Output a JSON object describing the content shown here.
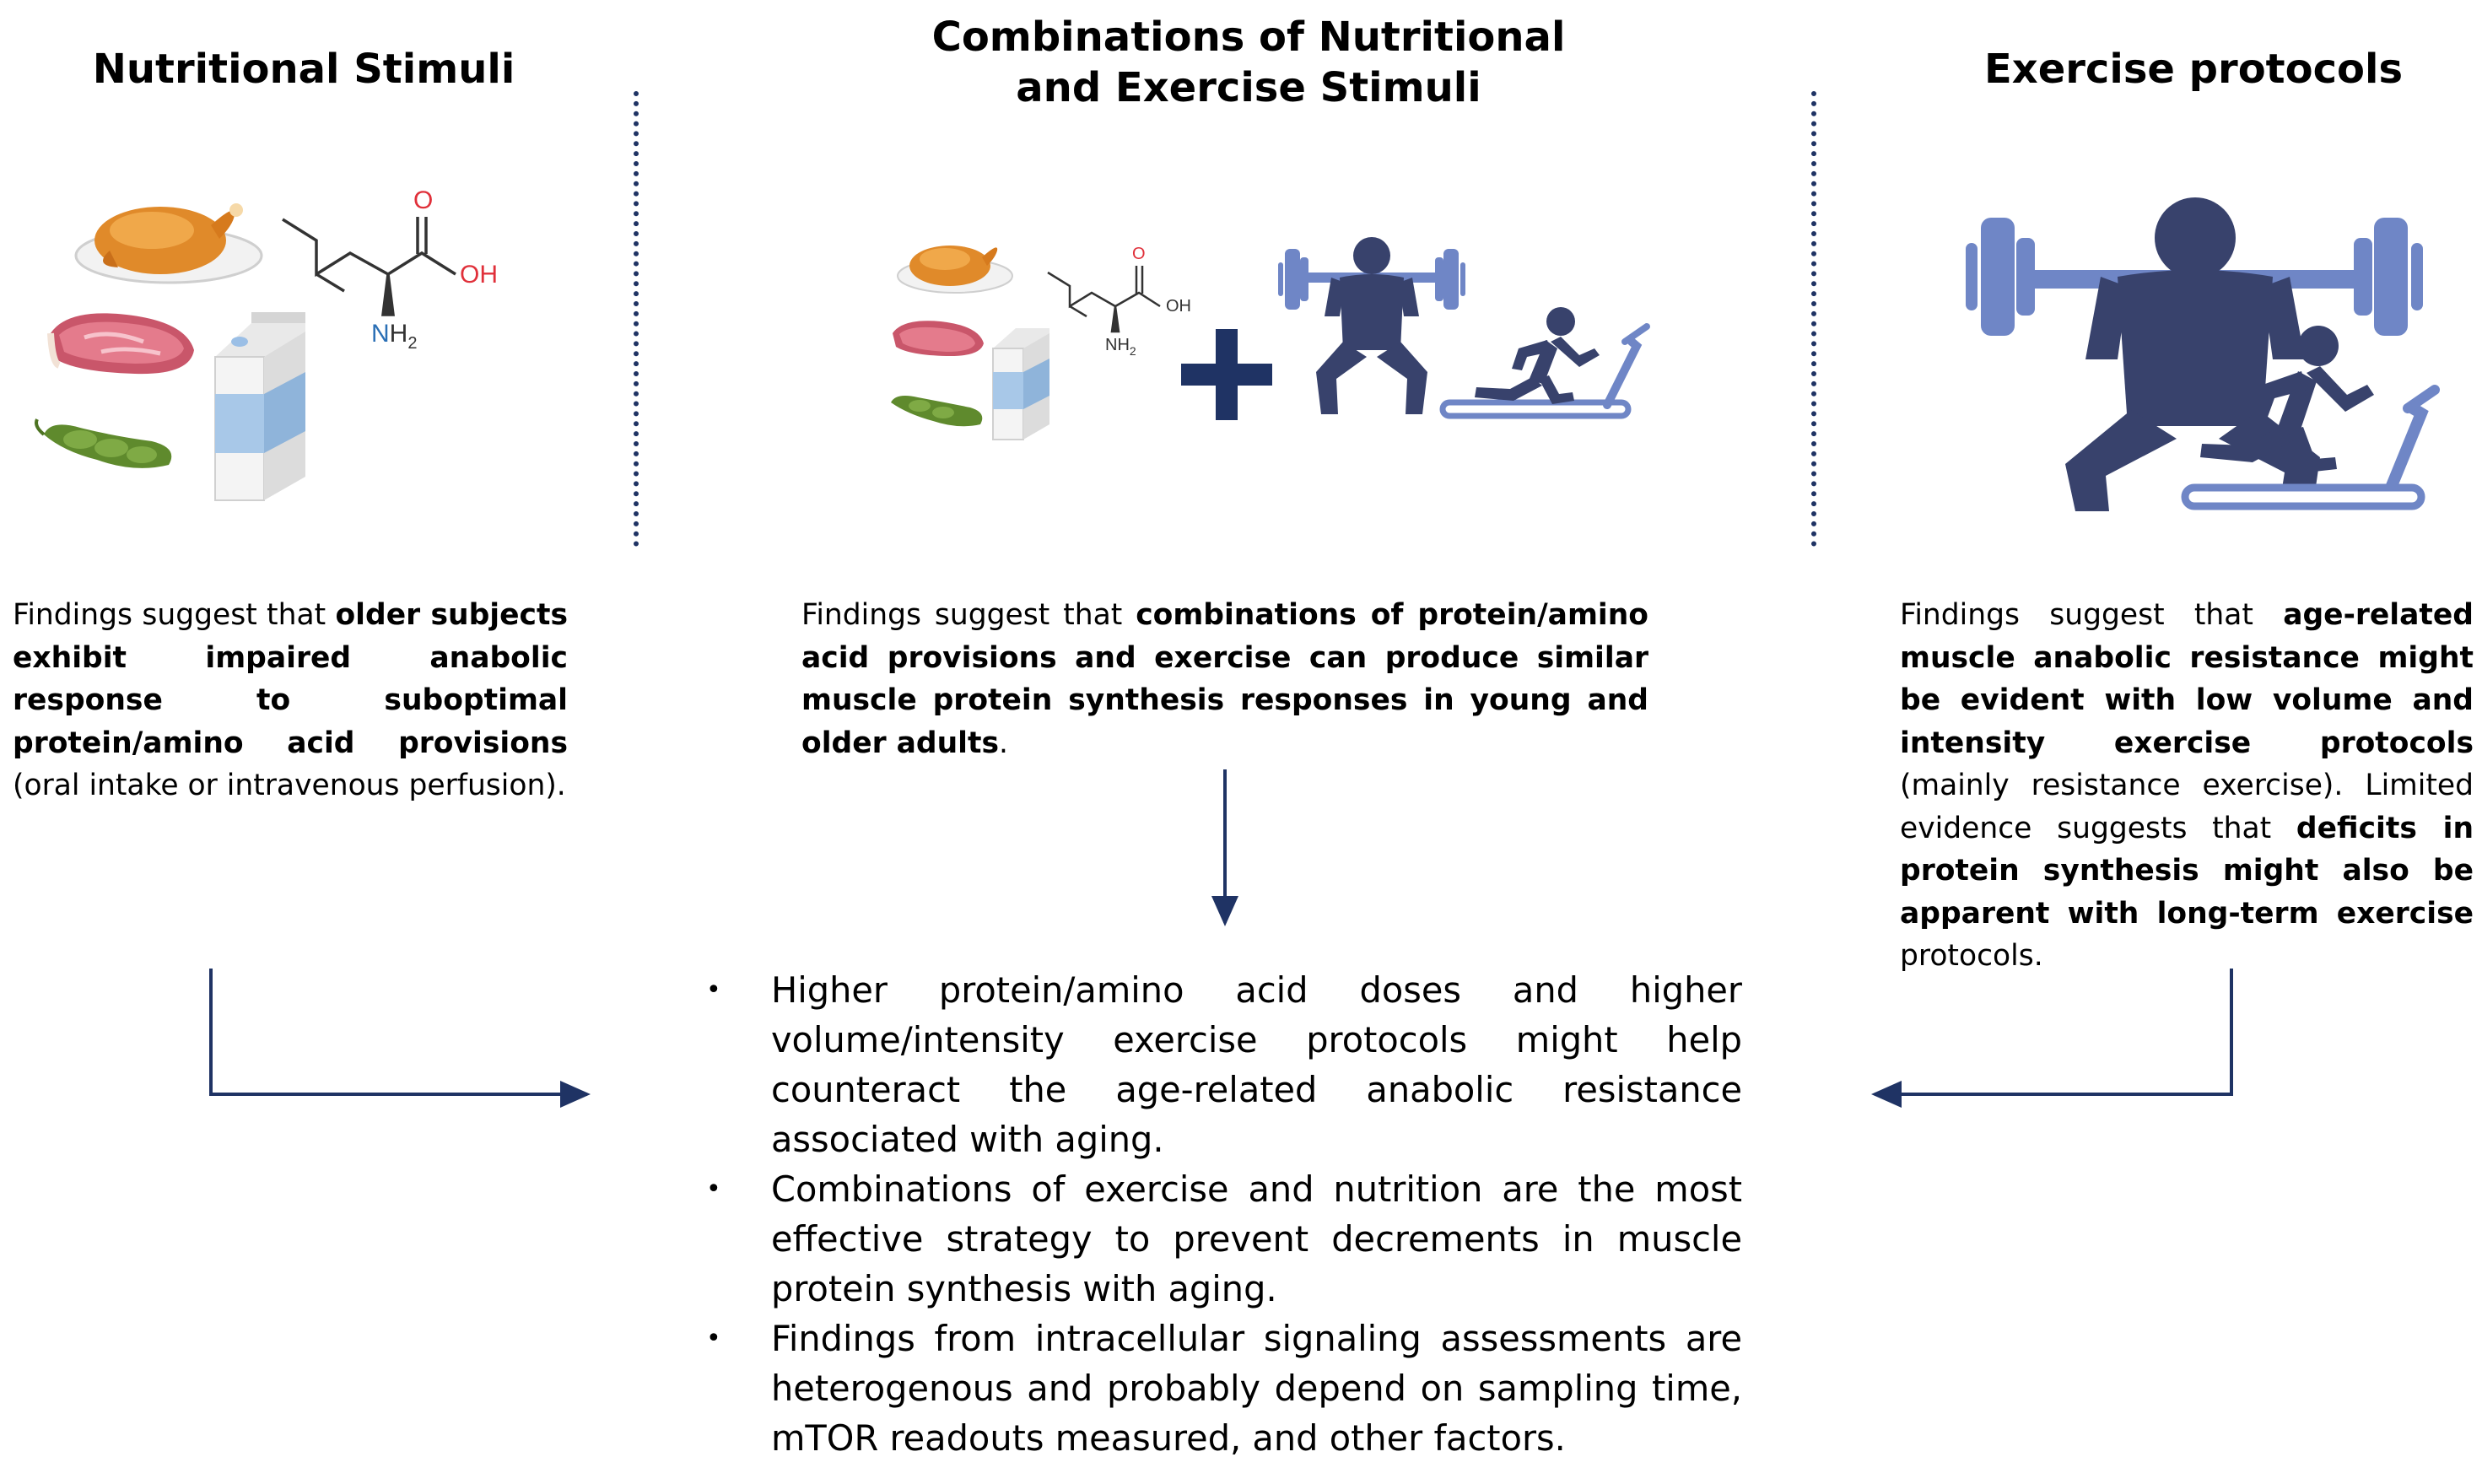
{
  "colors": {
    "navy": "#1f3364",
    "icon_dark": "#38426c",
    "icon_light": "#6f86c6",
    "oxygen_red": "#e0303a",
    "nitrogen_blue": "#2a6fb5"
  },
  "left": {
    "title": "Nutritional Stimuli",
    "text": {
      "p1": "Findings suggest that ",
      "b1": "older subjects exhibit impaired anabolic response to suboptimal protein/amino acid provisions",
      "p2": " (oral intake or intravenous perfusion)."
    },
    "molecule": {
      "o": "O",
      "oh": "OH",
      "n": "N",
      "h2": "H",
      "sub": "2"
    }
  },
  "middle": {
    "title_line1": "Combinations of Nutritional",
    "title_line2": "and Exercise Stimuli",
    "text": {
      "p1": "Findings suggest that ",
      "b1": "combinations of protein/amino acid provisions and exercise can produce similar muscle protein synthesis responses in young and older adults",
      "p2": "."
    },
    "molecule": {
      "o": "O",
      "oh": "OH",
      "n": "N",
      "h2": "H",
      "sub": "2"
    }
  },
  "right": {
    "title": "Exercise protocols",
    "text": {
      "p1": "Findings suggest that ",
      "b1": "age-related muscle anabolic resistance might be evident with low volume and intensity exercise protocols",
      "p2": " (mainly resistance exercise). Limited evidence suggests that ",
      "b2": "deficits in protein synthesis might also be apparent with long-term exercise",
      "p3": " protocols."
    }
  },
  "conclusions": {
    "bullet_symbol": "•",
    "items": [
      "Higher protein/amino acid doses and higher volume/intensity exercise protocols might help counteract the age-related anabolic resistance associated with aging.",
      "Combinations of exercise and nutrition are the most effective strategy to prevent decrements in muscle protein synthesis with aging.",
      "Findings from intracellular signaling assessments are heterogenous and probably depend on sampling time, mTOR readouts measured, and other factors."
    ]
  }
}
